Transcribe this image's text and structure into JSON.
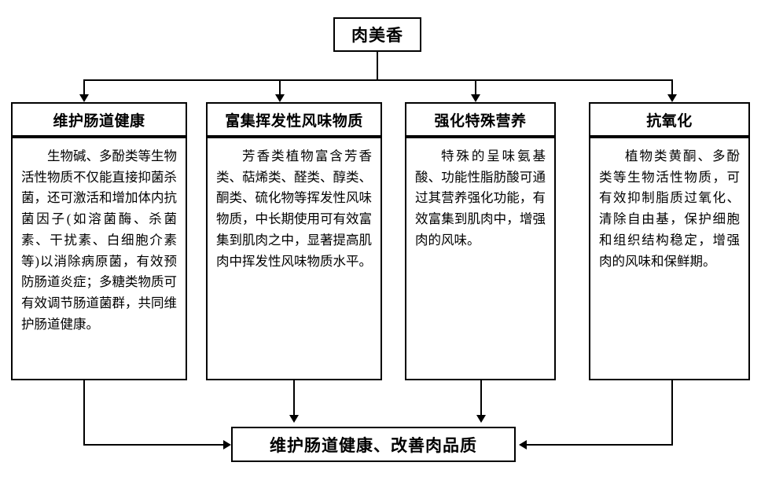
{
  "diagram": {
    "title": "肉美香",
    "columns": [
      {
        "head": "维护肠道健康",
        "body": "生物碱、多酚类等生物活性物质不仅能直接抑菌杀菌，还可激活和增加体内抗菌因子(如溶菌酶、杀菌素、干扰素、白细胞介素等)以消除病原菌，有效预防肠道炎症；多糖类物质可有效调节肠道菌群，共同维护肠道健康。"
      },
      {
        "head": "富集挥发性风味物质",
        "body": "芳香类植物富含芳香类、萜烯类、醛类、醇类、酮类、硫化物等挥发性风味物质，中长期使用可有效富集到肌肉之中，显著提高肌肉中挥发性风味物质水平。"
      },
      {
        "head": "强化特殊营养",
        "body": "特殊的呈味氨基酸、功能性脂肪酸可通过其营养强化功能，有效富集到肌肉中，增强肉的风味。"
      },
      {
        "head": "抗氧化",
        "body": "植物类黄酮、多酚类等生物活性物质，可有效抑制脂质过氧化、清除自由基，保护细胞和组织结构稳定，增强肉的风味和保鲜期。"
      }
    ],
    "footer": "维护肠道健康、改善肉品质"
  }
}
